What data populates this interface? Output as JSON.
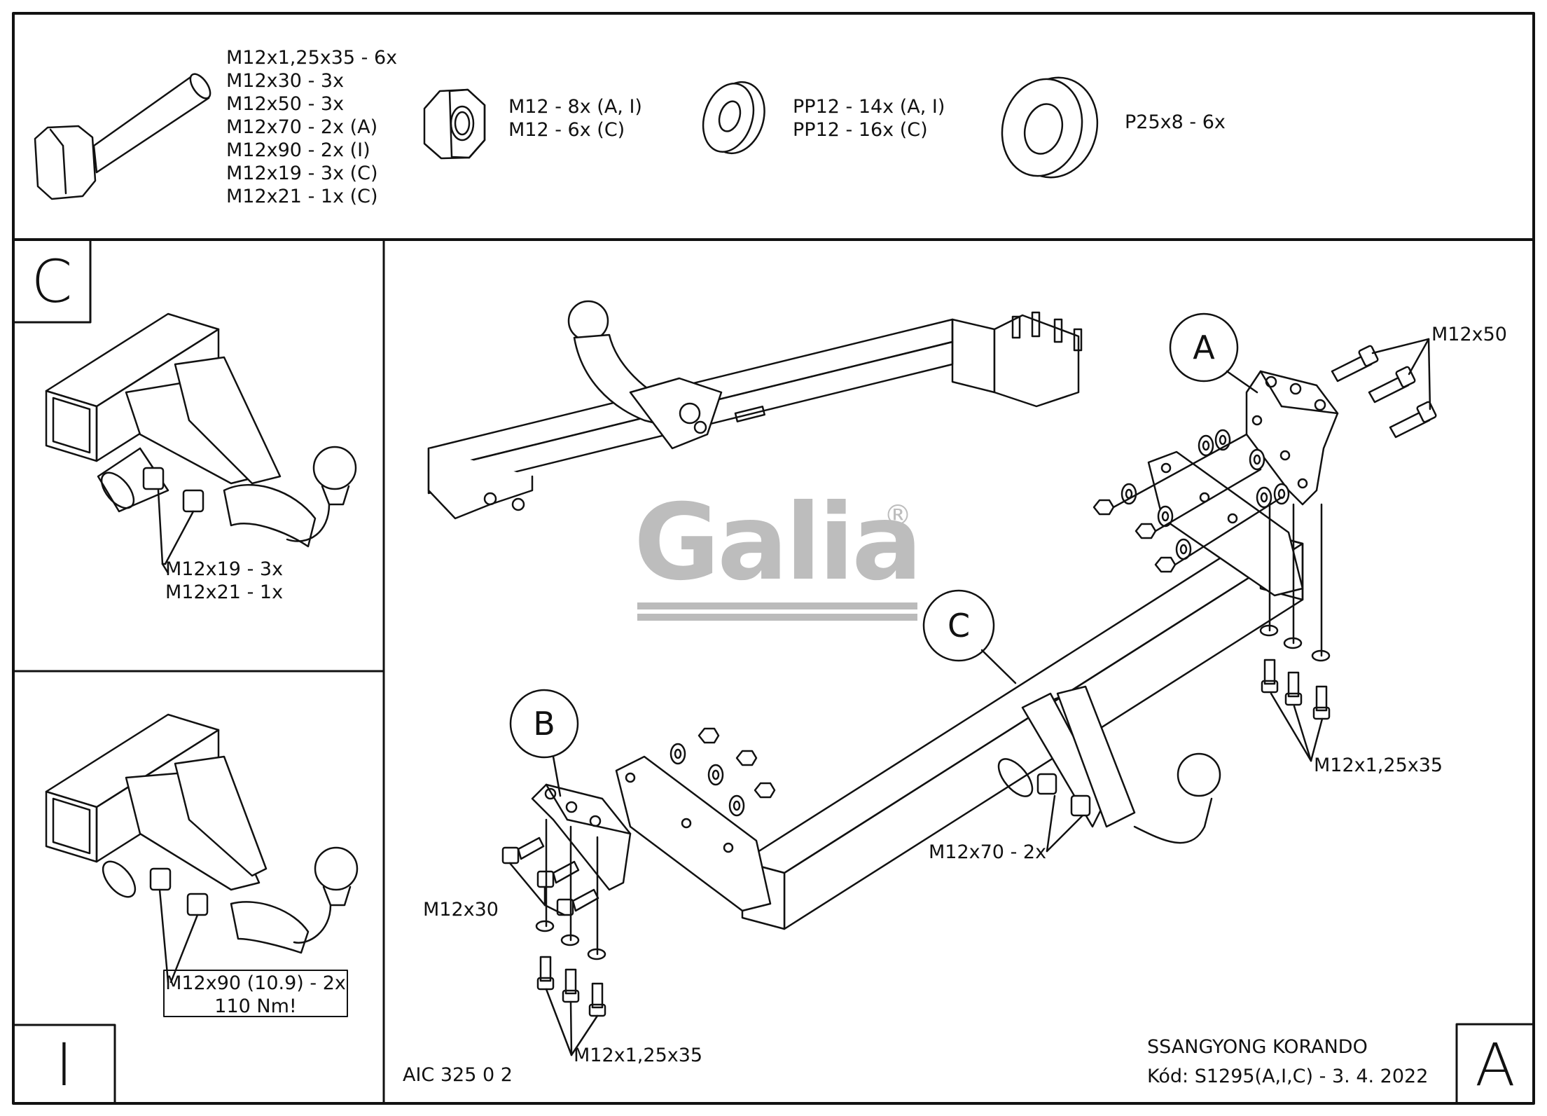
{
  "parts": {
    "bolts": [
      "M12x1,25x35 - 6x",
      "M12x30 - 3x",
      "M12x50 - 3x",
      "M12x70 - 2x (A)",
      "M12x90 - 2x (I)",
      "M12x19 - 3x (C)",
      "M12x21 - 1x (C)"
    ],
    "nuts": [
      "M12 - 8x (A, I)",
      "M12 - 6x (C)"
    ],
    "washers": [
      "PP12 - 14x (A, I)",
      "PP12 - 16x (C)"
    ],
    "spacer": [
      "P25x8 - 6x"
    ]
  },
  "panel_c": {
    "corner_label": "C",
    "bolt_labels": [
      "M12x19 - 3x",
      "M12x21 - 1x"
    ]
  },
  "panel_i": {
    "corner_label": "I",
    "torque_box": [
      "M12x90 (10.9) - 2x",
      "110 Nm!"
    ]
  },
  "main": {
    "corner_label": "A",
    "callouts": {
      "a": "A",
      "b": "B",
      "c": "C"
    },
    "labels": {
      "m12x50": "M12x50",
      "m12x1_right": "M12x1,25x35",
      "m12x70": "M12x70 - 2x",
      "m12x30": "M12x30",
      "m12x1_bottom": "M12x1,25x35"
    },
    "logo": {
      "text": "Galia",
      "mark": "®"
    },
    "drawing_code": "AIC 325 0 2",
    "vehicle": "SSANGYONG KORANDO",
    "code_line": "Kód: S1295(A,I,C) - 3. 4. 2022"
  }
}
